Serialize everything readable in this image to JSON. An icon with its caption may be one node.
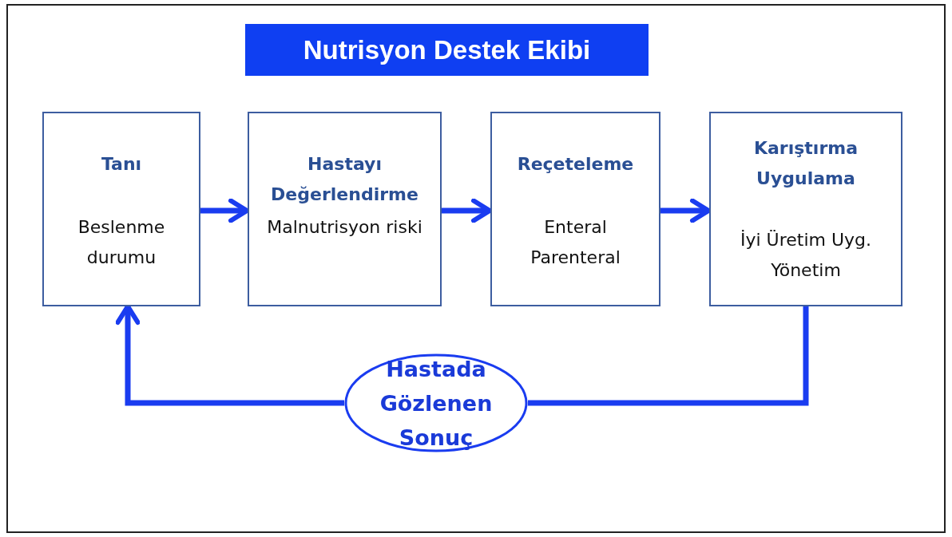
{
  "diagram": {
    "title": "Nutrisyon Destek Ekibi",
    "nodes": [
      {
        "text": [
          "Tanı",
          "Beslenme durumu"
        ]
      },
      {
        "text": [
          "Hastayı Değerlendirme",
          "Malnutrisyon riski"
        ]
      },
      {
        "text": [
          "Reçeteleme",
          "Enteral Parenteral"
        ]
      },
      {
        "text": [
          "Karıştırma Uygulama",
          "İyi Üretim Uyg. Yönetim"
        ]
      },
      {
        "text": [
          "Hastada Gözlenen Sonuç"
        ]
      }
    ],
    "edges": [
      {
        "from": 0,
        "to": 1,
        "arrow": "to"
      },
      {
        "from": 1,
        "to": 2,
        "arrow": "to"
      },
      {
        "from": 2,
        "to": 3,
        "arrow": "to"
      },
      {
        "from": 3,
        "to": 4,
        "arrow": "none"
      },
      {
        "from": 4,
        "to": 0,
        "arrow": "to"
      }
    ]
  }
}
